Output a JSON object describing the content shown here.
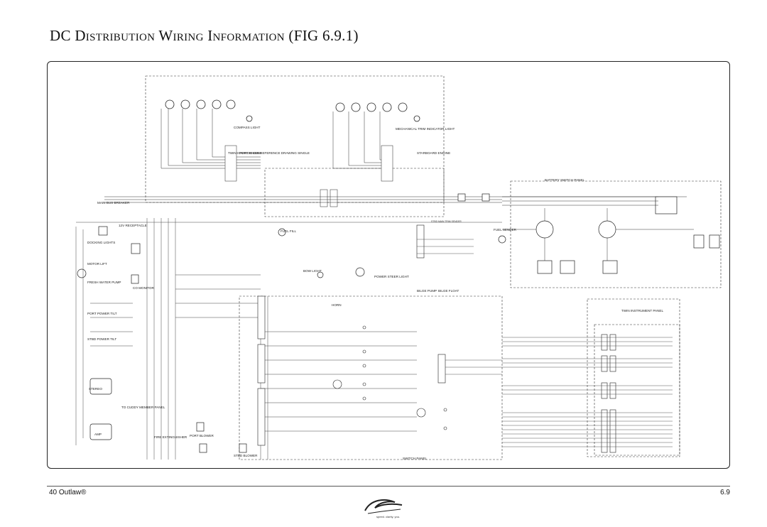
{
  "page": {
    "title": "DC Distribution Wiring Information (FIG 6.9.1)",
    "model_label": "40 Outlaw®",
    "page_number": "6.9",
    "brand_tagline": "speed. clarity. you."
  },
  "diagram": {
    "labels": {
      "stereo": "STEREO",
      "amp": "AMP",
      "horn": "HORN",
      "bow_light": "BOW LIGHT",
      "fuel_fill": "FUEL FILL",
      "fuel_sender": "FUEL SENDER",
      "battery_switch_panel": "BATTERY SWITCH PANEL",
      "twin_instrument_panel": "TWIN INSTRUMENT PANEL",
      "switch_panel": "SWITCH PANEL",
      "port_blower": "PORT BLOWER",
      "stbd_blower": "STBD BLOWER",
      "fresh_water_pump": "FRESH WATER PUMP",
      "co_monitor": "CO MONITOR",
      "docking_lights": "DOCKING LIGHTS",
      "main_bus_breaker": "MAIN BUS BREAKER",
      "starboard_engine": "STARBOARD ENGINE",
      "port_engine": "PORT ENGINE",
      "bilge_pump": "BILGE PUMP",
      "bilge_float": "BILGE FLOAT",
      "compass_light": "COMPASS LIGHT",
      "trim_indicator_light": "MECHANICAL TRIM INDICATOR LIGHT",
      "twin_ignition_note": "TWIN IGNITION SEE REFERENCE DRAWING SINGLE",
      "to_cuddy_member_panel": "TO CUDDY MEMBER PANEL",
      "fire_extinguisher": "FIRE EXTINGUISHER",
      "motor_lift": "MOTOR LIFT",
      "port_power_tilt": "PORT POWER TILT",
      "stbd_power_tilt": "STBD POWER TILT",
      "power_steer_light": "POWER STEER LIGHT",
      "trim_sender": "STBD MAIN TRIM SENDER",
      "twelve_v_receptacle": "12V RECEPTACLE"
    }
  }
}
